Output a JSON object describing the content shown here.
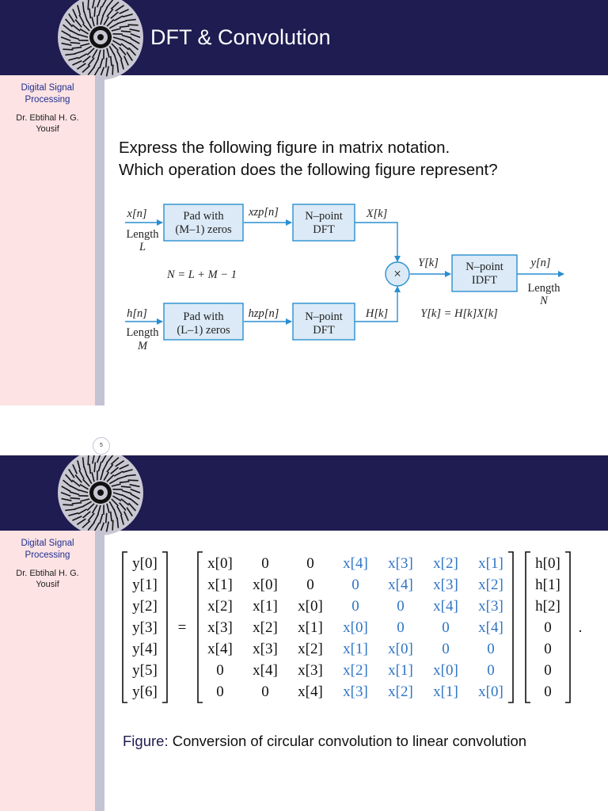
{
  "slide1": {
    "title": "DFT & Convolution",
    "sidebar": {
      "subject": "Digital Signal Processing",
      "author": "Dr. Ebtihal H. G. Yousif"
    },
    "questions": [
      "Express the following figure in matrix notation.",
      "Which operation does the following figure represent?"
    ],
    "diagram": {
      "x_input": "x[n]",
      "x_length": "Length",
      "x_len_var": "L",
      "pad1": [
        "Pad with",
        "(M–1) zeros"
      ],
      "xzp": "xzp[n]",
      "dft1": [
        "N–point",
        "DFT"
      ],
      "X": "X[k]",
      "N_eq": "N = L + M − 1",
      "mult": "×",
      "Y": "Y[k]",
      "idft": [
        "N–point",
        "IDFT"
      ],
      "y_out": "y[n]",
      "y_length": "Length",
      "y_len_var": "N",
      "h_input": "h[n]",
      "h_length": "Length",
      "h_len_var": "M",
      "pad2": [
        "Pad with",
        "(L–1) zeros"
      ],
      "hzp": "hzp[n]",
      "dft2": [
        "N–point",
        "DFT"
      ],
      "H": "H[k]",
      "Y_eq": "Y[k] = H[k]X[k]"
    },
    "page_number": "5"
  },
  "slide2": {
    "sidebar": {
      "subject": "Digital Signal Processing",
      "author": "Dr. Ebtihal H. G. Yousif"
    },
    "matrix": {
      "lhs": [
        "y[0]",
        "y[1]",
        "y[2]",
        "y[3]",
        "y[4]",
        "y[5]",
        "y[6]"
      ],
      "eq": "=",
      "rows": [
        [
          "x[0]",
          "0",
          "0",
          "x[4]",
          "x[3]",
          "x[2]",
          "x[1]"
        ],
        [
          "x[1]",
          "x[0]",
          "0",
          "0",
          "x[4]",
          "x[3]",
          "x[2]"
        ],
        [
          "x[2]",
          "x[1]",
          "x[0]",
          "0",
          "0",
          "x[4]",
          "x[3]"
        ],
        [
          "x[3]",
          "x[2]",
          "x[1]",
          "x[0]",
          "0",
          "0",
          "x[4]"
        ],
        [
          "x[4]",
          "x[3]",
          "x[2]",
          "x[1]",
          "x[0]",
          "0",
          "0"
        ],
        [
          "0",
          "x[4]",
          "x[3]",
          "x[2]",
          "x[1]",
          "x[0]",
          "0"
        ],
        [
          "0",
          "0",
          "x[4]",
          "x[3]",
          "x[2]",
          "x[1]",
          "x[0]"
        ]
      ],
      "vec": [
        "h[0]",
        "h[1]",
        "h[2]",
        "0",
        "0",
        "0",
        "0"
      ],
      "dot": "."
    },
    "caption_label": "Figure:",
    "caption_text": " Conversion of circular convolution to linear convolution"
  },
  "colors": {
    "header": "#1f1c52",
    "sidebar": "#fde3e4",
    "rail": "#c4c3d3",
    "block_fill": "#dbeaf6",
    "block_stroke": "#2a8fd0",
    "matrix_blue": "#2e74c5"
  }
}
